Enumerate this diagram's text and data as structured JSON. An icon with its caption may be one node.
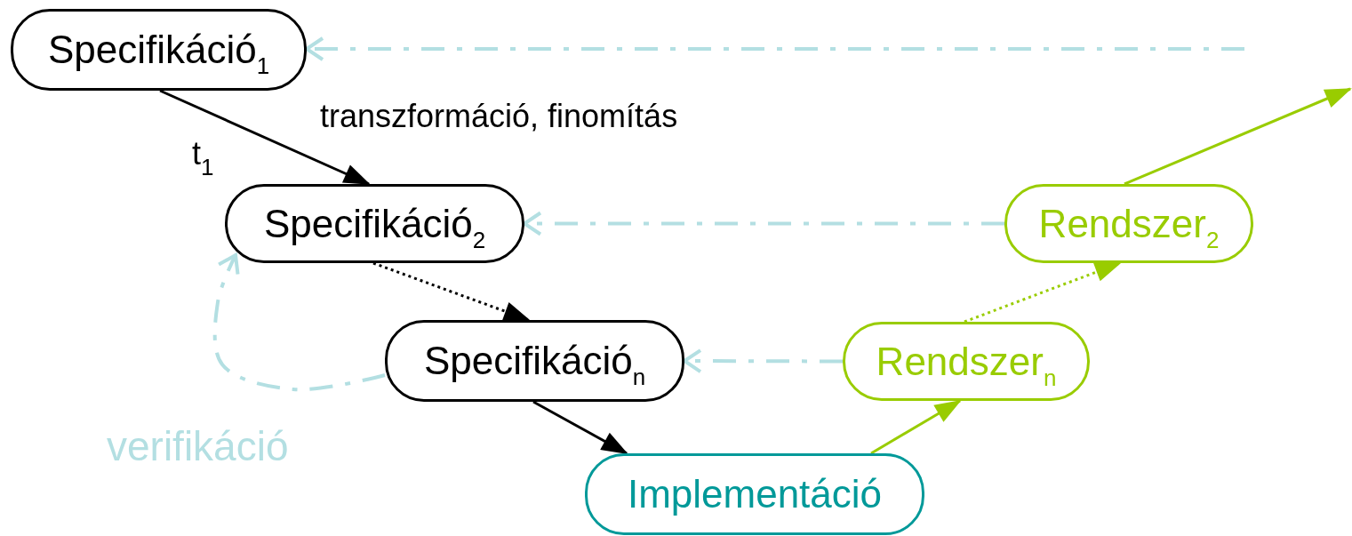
{
  "diagram": {
    "nodes": [
      {
        "text": [
          "Specifikáció$_{1}$"
        ]
      },
      {
        "text": [
          "Specifikáció$_{2}$"
        ]
      },
      {
        "text": [
          "Specifikáció$_{n}$"
        ]
      },
      {
        "text": [
          "Implementáció"
        ]
      },
      {
        "text": [
          "Rendszer$_{n}$"
        ]
      },
      {
        "text": [
          "Rendszer$_{2}$"
        ]
      }
    ],
    "edges": [
      {
        "from": 0,
        "to": 1,
        "arrow": "to",
        "label": "t$_{1}$",
        "color": "#000000"
      },
      {
        "from": 1,
        "to": 2,
        "arrow": "to",
        "style": "dashed",
        "color": "#000000"
      },
      {
        "from": 2,
        "to": 3,
        "arrow": "to",
        "color": "#000000"
      },
      {
        "from": 3,
        "to": 4,
        "arrow": "to",
        "color": "#99cc00"
      },
      {
        "from": 4,
        "to": 5,
        "arrow": "to",
        "style": "dashed",
        "color": "#99cc00"
      },
      {
        "from": 5,
        "to": null,
        "arrow": "to",
        "color": "#99cc00"
      },
      {
        "from": null,
        "to": 0,
        "arrow": "to",
        "style": "dashed",
        "color": "#b3dfe2"
      },
      {
        "from": 5,
        "to": 1,
        "arrow": "to",
        "style": "dashed",
        "color": "#b3dfe2"
      },
      {
        "from": 4,
        "to": 2,
        "arrow": "to",
        "style": "dashed",
        "color": "#b3dfe2"
      },
      {
        "from": 2,
        "to": 1,
        "arrow": "to",
        "style": "dashed",
        "color": "#b3dfe2"
      }
    ],
    "labels": [
      "transzformáció, finomítás",
      "verifikáció"
    ]
  }
}
